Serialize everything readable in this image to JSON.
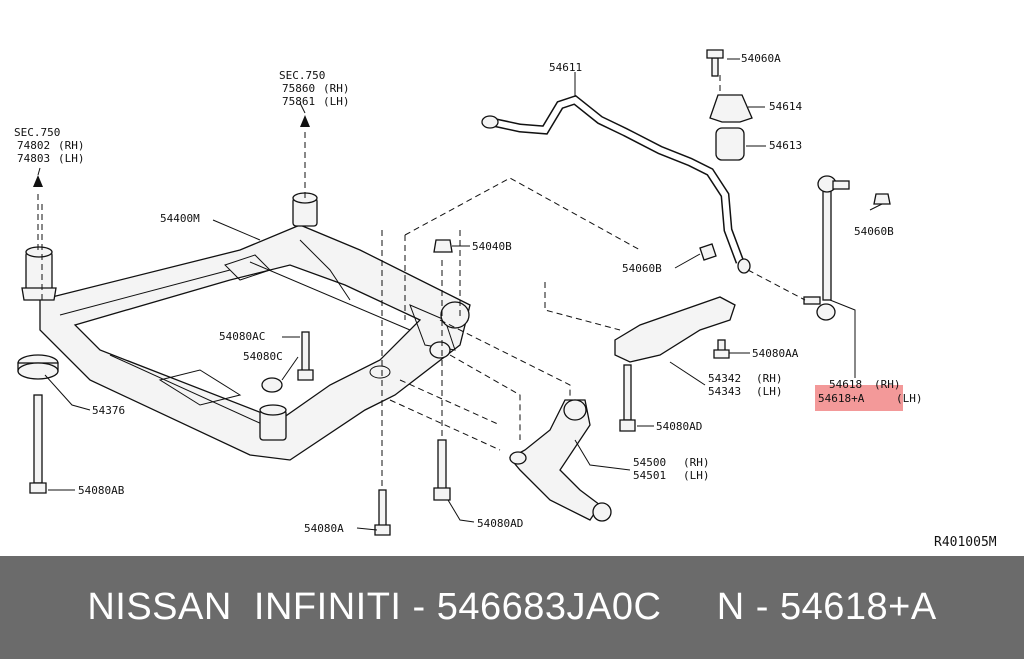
{
  "diagram": {
    "labels": {
      "sec750_right": "SEC.750",
      "l75860": "75860",
      "l75860_side": "(RH)",
      "l75861": "75861",
      "l75861_side": "(LH)",
      "sec750_left": "SEC.750",
      "l74802": "74802",
      "l74802_side": "(RH)",
      "l74803": "74803",
      "l74803_side": "(LH)",
      "l54400M": "54400M",
      "l54611": "54611",
      "l54060A": "54060A",
      "l54614": "54614",
      "l54613": "54613",
      "l54060B_top": "54060B",
      "l54040B": "54040B",
      "l54060B_mid": "54060B",
      "l54080AC": "54080AC",
      "l54080C": "54080C",
      "l54376": "54376",
      "l54080AA": "54080AA",
      "l54342": "54342",
      "l54342_side": "(RH)",
      "l54343": "54343",
      "l54343_side": "(LH)",
      "l54618": "54618",
      "l54618_side": "(RH)",
      "l54618A": "54618+A",
      "l54618A_side": "(LH)",
      "l54080AD_top": "54080AD",
      "l54500": "54500",
      "l54500_side": "(RH)",
      "l54501": "54501",
      "l54501_side": "(LH)",
      "l54080AB": "54080AB",
      "l54080A": "54080A",
      "l54080AD_bottom": "54080AD",
      "ref_code": "R401005M"
    },
    "highlight_color": "#f08080"
  },
  "footer": {
    "text": "NISSAN  INFINITI - 546683JA0C     N - 54618+A",
    "background": "#6b6b6b",
    "text_color": "#ffffff"
  }
}
